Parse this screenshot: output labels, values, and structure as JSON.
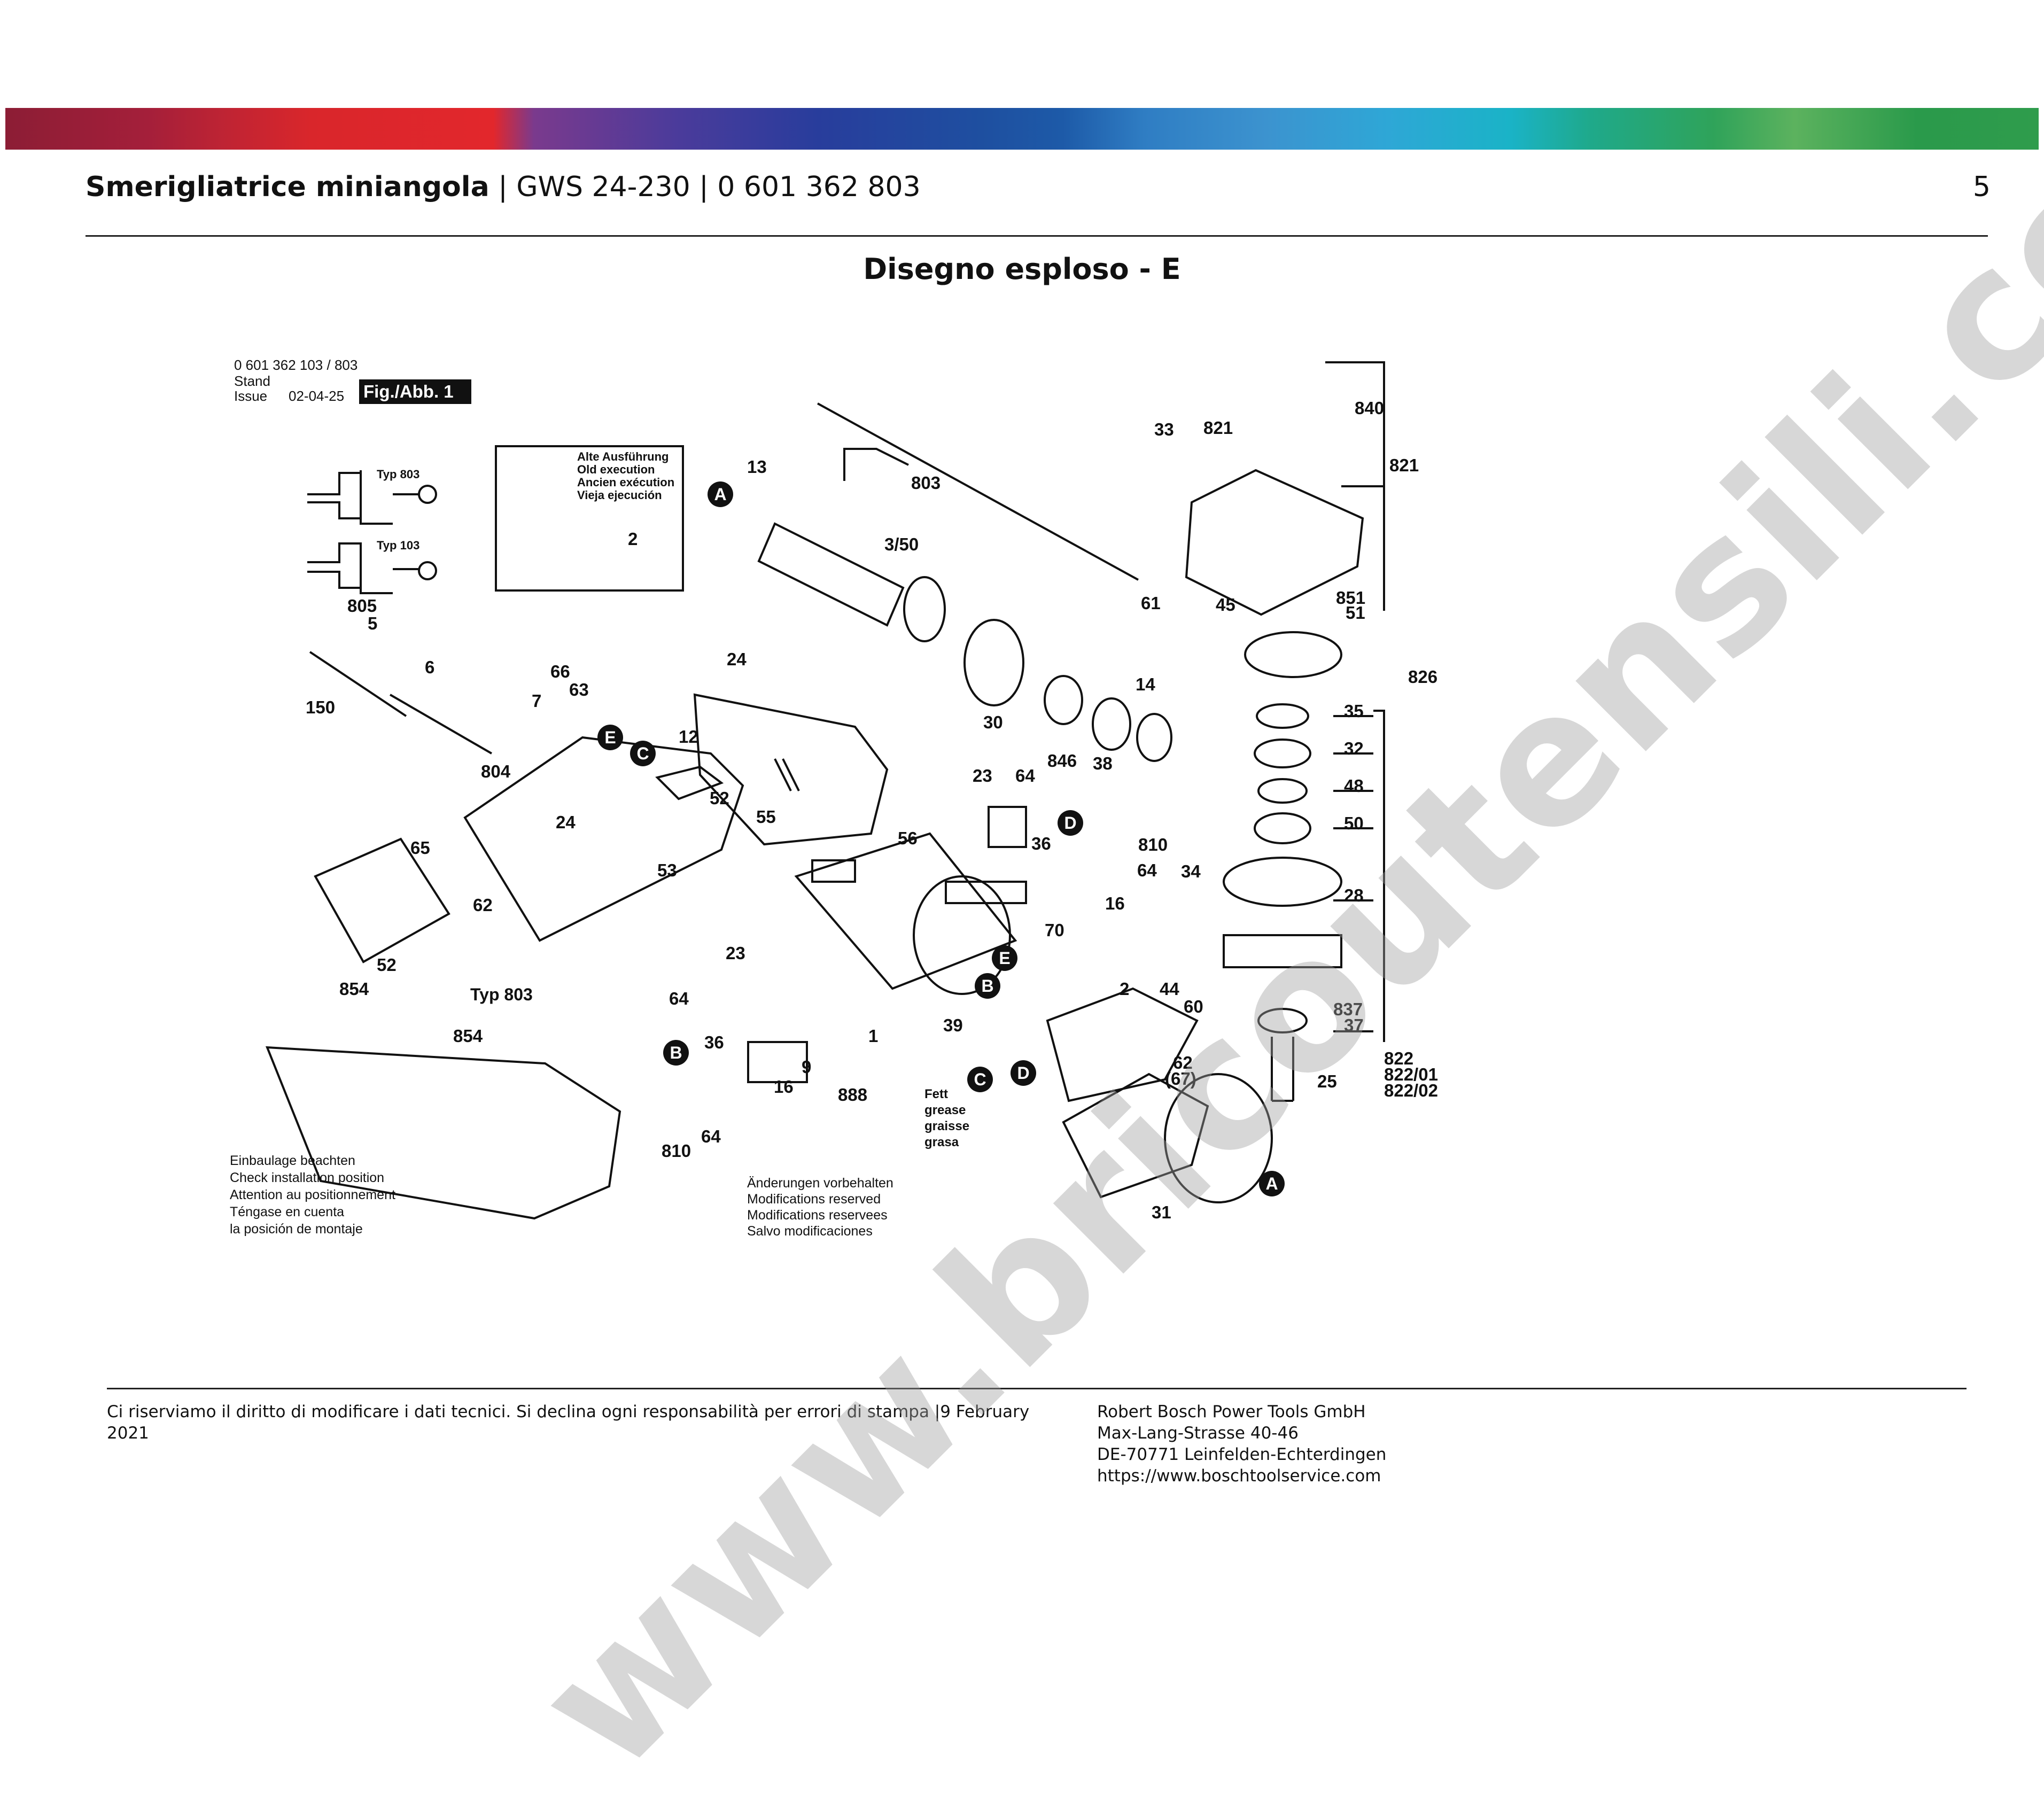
{
  "header": {
    "product_bold": "Smerigliatrice miniangola",
    "product_rest": " | GWS 24-230 | 0 601 362 803",
    "page_number": "5"
  },
  "section_title": "Disegno esploso - E",
  "diagram": {
    "doc_number": "0 601 362 103 / 803",
    "stand_label": "Stand",
    "issue_label": "Issue",
    "issue_date": "02-04-25",
    "fig_label": "Fig./Abb. 1",
    "old_execution": [
      "Alte Ausführung",
      "Old execution",
      "Ancien exécution",
      "Vieja ejecución"
    ],
    "typ803": "Typ 803",
    "typ103": "Typ 103",
    "typ803_b": "Typ 803",
    "fett": [
      "Fett",
      "grease",
      "graisse",
      "grasa"
    ],
    "install_note": [
      "Einbaulage beachten",
      "Check installation position",
      "Attention au positionnement",
      "Téngase en cuenta",
      "la posición de montaje"
    ],
    "mods_note": [
      "Änderungen vorbehalten",
      "Modifications reserved",
      "Modifications reservees",
      "Salvo modificaciones"
    ],
    "parts": {
      "p13": "13",
      "p803": "803",
      "p350": "3/50",
      "p33": "33",
      "p821a": "821",
      "p840": "840",
      "p821b": "821",
      "p2a": "2",
      "p805": "805",
      "p5": "5",
      "p6": "6",
      "p66": "66",
      "p63": "63",
      "p7": "7",
      "p24a": "24",
      "p150": "150",
      "p12": "12",
      "p52a": "52",
      "p55": "55",
      "p804": "804",
      "p53": "53",
      "p61": "61",
      "p45": "45",
      "p851": "851",
      "p51": "51",
      "p826": "826",
      "p14": "14",
      "p30": "30",
      "p846": "846",
      "p38": "38",
      "p35": "35",
      "p32": "32",
      "p48": "48",
      "p50": "50",
      "p34": "34",
      "p28": "28",
      "p23a": "23",
      "p64a": "64",
      "p810a": "810",
      "p36a": "36",
      "p64b": "64",
      "p16a": "16",
      "p56": "56",
      "p70": "70",
      "p65": "65",
      "p24b": "24",
      "p62a": "62",
      "p52b": "52",
      "p854a": "854",
      "p23b": "23",
      "p64c": "64",
      "p36b": "36",
      "p16b": "16",
      "p9": "9",
      "p888": "888",
      "p1": "1",
      "p39": "39",
      "p2b": "2",
      "p44": "44",
      "p60": "60",
      "p62b": "62",
      "p67": "(67)",
      "p837": "837",
      "p37": "37",
      "p25": "25",
      "p822": "822",
      "p822_01": "822/01",
      "p822_02": "822/02",
      "p854b": "854",
      "p810b": "810",
      "p64d": "64",
      "p31": "31"
    },
    "callouts": {
      "A": "A",
      "B": "B",
      "C": "C",
      "D": "D",
      "E": "E"
    }
  },
  "footer": {
    "disclaimer": "Ci riserviamo il diritto di modificare i dati tecnici. Si declina ogni responsabilità per errori di stampa |9 February 2021",
    "company": "Robert Bosch Power Tools GmbH",
    "street": "Max-Lang-Strasse 40-46",
    "city": "DE-70771 Leinfelden-Echterdingen",
    "website": "https://www.boschtoolservice.com"
  },
  "watermark": "www.bricoutensili.com",
  "colors": {
    "text": "#111111",
    "watermark": "#a0a0a0"
  }
}
